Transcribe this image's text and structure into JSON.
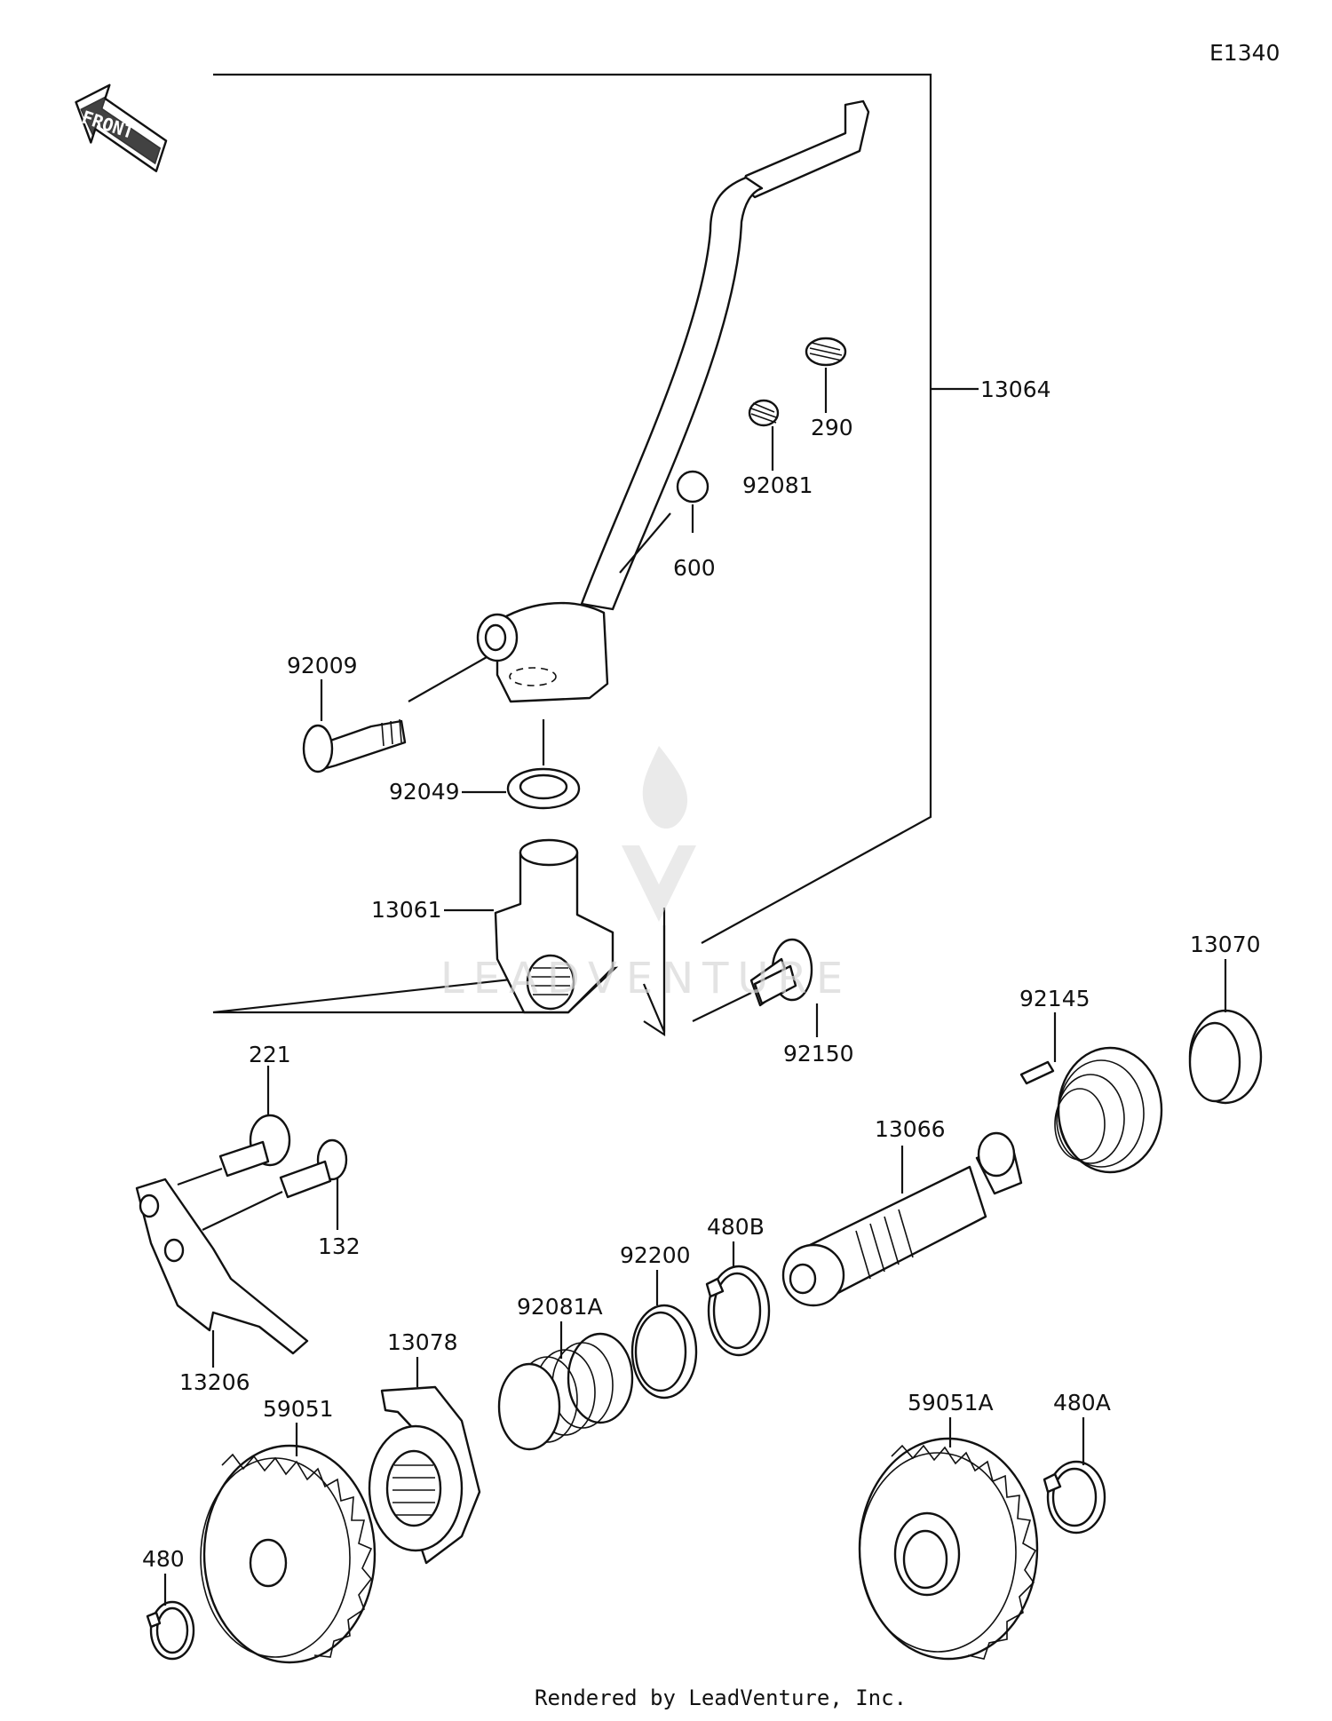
{
  "diagram_code": "E1340",
  "front_label": "FRONT",
  "footer": "Rendered by LeadVenture, Inc.",
  "watermark": {
    "text": "LEADVENTURE"
  },
  "labels": {
    "p13064": "13064",
    "p290": "290",
    "p92081": "92081",
    "p600": "600",
    "p92009": "92009",
    "p92049": "92049",
    "p13061": "13061",
    "p92150": "92150",
    "p13070": "13070",
    "p92145": "92145",
    "p13066": "13066",
    "p221": "221",
    "p132": "132",
    "p480B": "480B",
    "p92200": "92200",
    "p92081A": "92081A",
    "p13078": "13078",
    "p13206": "13206",
    "p59051": "59051",
    "p59051A": "59051A",
    "p480A": "480A",
    "p480": "480"
  }
}
